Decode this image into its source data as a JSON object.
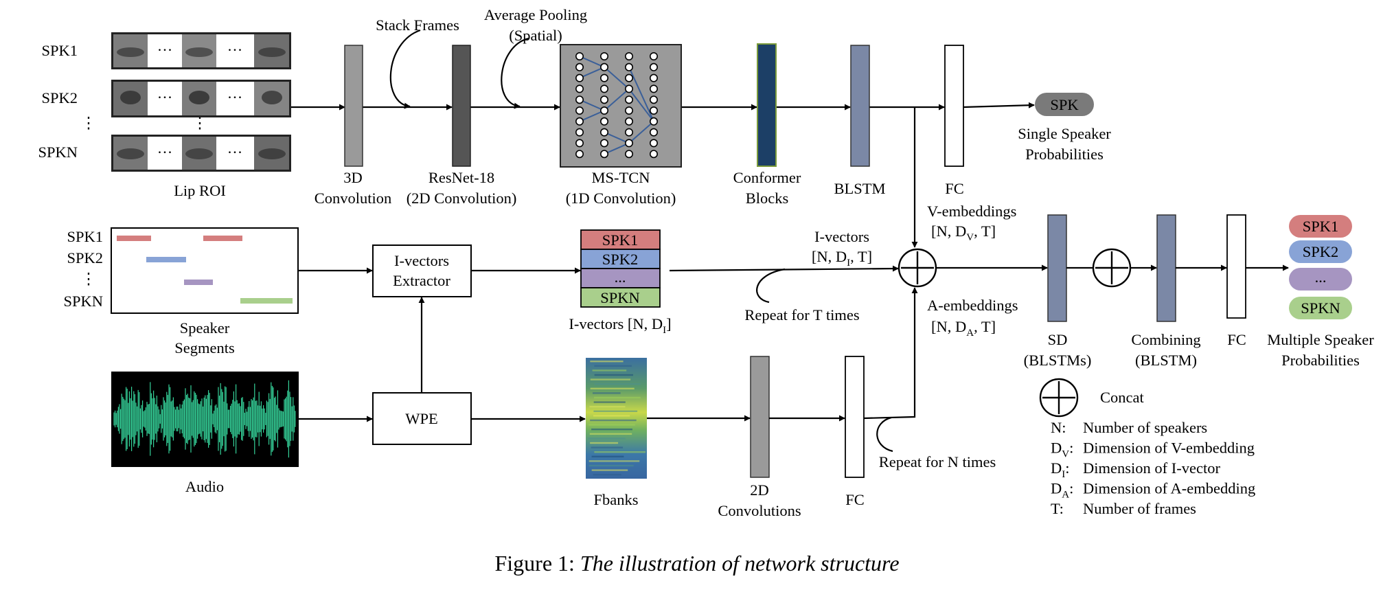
{
  "colors": {
    "line": "#000000",
    "frame_gray": "#9a9a9a",
    "resnet_dark": "#555555",
    "conformer_navy": "#1c3f66",
    "conformer_border": "#7a9a3a",
    "blstm_slate": "#7b88a6",
    "spk1_red": "#d47e7e",
    "spk2_blue": "#88a3d6",
    "spk3_purple": "#a695c1",
    "spkn_green": "#a9cf8c",
    "speaker_prob_gray": "#7a7a7a",
    "waveform_green": "#35d39a",
    "mstcn_edge": "#3a5f99"
  },
  "speakers": {
    "spk1": "SPK1",
    "spk2": "SPK2",
    "vdots": "⋮",
    "spkn": "SPKN",
    "dots": "···"
  },
  "labels": {
    "lip_roi": "Lip ROI",
    "stack_frames": "Stack Frames",
    "avg_pool_1": "Average Pooling",
    "avg_pool_2": "(Spatial)",
    "conv3d_1": "3D",
    "conv3d_2": "Convolution",
    "resnet_1": "ResNet-18",
    "resnet_2": "(2D Convolution)",
    "mstcn_1": "MS-TCN",
    "mstcn_2": "(1D Convolution)",
    "conformer_1": "Conformer",
    "conformer_2": "Blocks",
    "blstm": "BLSTM",
    "fc": "FC",
    "spk": "SPK",
    "single_prob_1": "Single Speaker",
    "single_prob_2": "Probabilities",
    "v_emb_1": "V-embeddings",
    "v_emb_2_a": "[N, D",
    "v_emb_2_sub": "V",
    "v_emb_2_b": ", T]",
    "ivec_top_1": "I-vectors",
    "ivec_top_2_a": "[N, D",
    "ivec_top_2_sub": "I",
    "ivec_top_2_b": ", T]",
    "repeat_t": "Repeat for T times",
    "a_emb_1": "A-embeddings",
    "a_emb_2_a": "[N, D",
    "a_emb_2_sub": "A",
    "a_emb_2_b": ", T]",
    "sd_1": "SD",
    "sd_2": "(BLSTMs)",
    "combining_1": "Combining",
    "combining_2": "(BLSTM)",
    "multi_prob_1": "Multiple Speaker",
    "multi_prob_2": "Probabilities",
    "speaker_segments_1": "Speaker",
    "speaker_segments_2": "Segments",
    "ivec_extractor_1": "I-vectors",
    "ivec_extractor_2": "Extractor",
    "ivec_stack_ellipsis": "...",
    "ivec_caption_a": "I-vectors [N, D",
    "ivec_caption_sub": "I",
    "ivec_caption_b": "]",
    "audio": "Audio",
    "wpe": "WPE",
    "fbanks": "Fbanks",
    "conv2d_1": "2D",
    "conv2d_2": "Convolutions",
    "repeat_n": "Repeat for N times",
    "concat": "Concat"
  },
  "legend": [
    {
      "sym": "N:",
      "sub": "",
      "text": "Number of speakers"
    },
    {
      "sym": "D",
      "sub": "V",
      "text": "Dimension of V-embedding"
    },
    {
      "sym": "D",
      "sub": "I",
      "text": "Dimension of I-vector"
    },
    {
      "sym": "D",
      "sub": "A",
      "text": "Dimension of A-embedding"
    },
    {
      "sym": "T:",
      "sub": "",
      "text": "Number of frames"
    }
  ],
  "caption": {
    "prefix": "Figure 1: ",
    "italic": "The illustration of network structure"
  }
}
